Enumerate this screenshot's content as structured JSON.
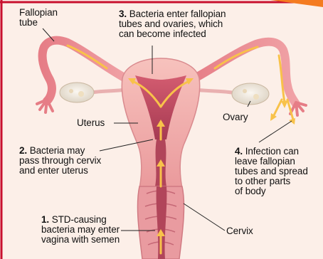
{
  "labels": {
    "fallopian_tube": [
      "Fallopian",
      "tube"
    ],
    "step3": {
      "num": "3.",
      "lines": [
        "Bacteria enter fallopian",
        "tubes and ovaries, which",
        "can become infected"
      ]
    },
    "uterus": "Uterus",
    "ovary": "Ovary",
    "step2": {
      "num": "2.",
      "lines": [
        "Bacteria may",
        "pass through cervix",
        "and enter uterus"
      ]
    },
    "step4": {
      "num": "4.",
      "lines": [
        "Infection can",
        "leave fallopian",
        "tubes and spread",
        "to other parts",
        "of body"
      ]
    },
    "step1": {
      "num": "1.",
      "lines": [
        "STD-causing",
        "bacteria may enter",
        "vagina with semen"
      ]
    },
    "cervix": "Cervix"
  },
  "colors": {
    "background": "#fcefe8",
    "frame_red": "#c8102e",
    "frame_orange": "#f47b20",
    "tissue": "#f2a9a7",
    "tissue_shadow": "#dc7c81",
    "lining_dark": "#b1455a",
    "tube": "#e9848c",
    "ovary": "#f3ece2",
    "arrow": "#f8c24a",
    "leader_line": "#222222"
  },
  "icons": {
    "arrows": "bacteria-path-arrow"
  }
}
